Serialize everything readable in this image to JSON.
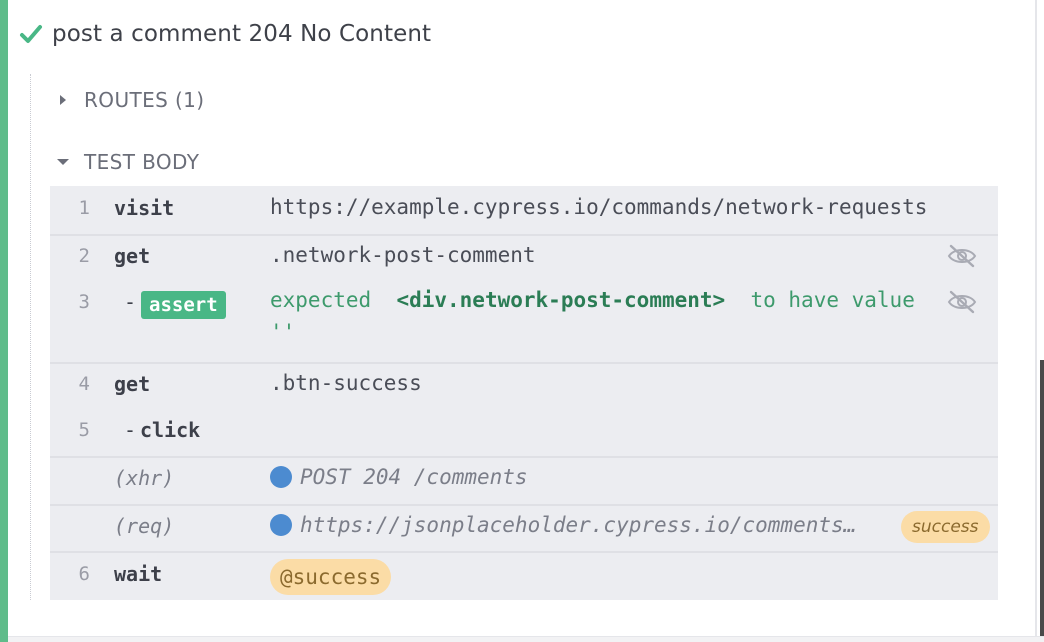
{
  "test": {
    "title": "post a comment 204 No Content",
    "status_icon": "check-icon",
    "accent_color": "#5fbc8a"
  },
  "routes": {
    "label": "ROUTES (1)",
    "expanded": false
  },
  "test_body": {
    "label": "TEST BODY",
    "expanded": true
  },
  "commands": [
    {
      "num": "1",
      "name": "visit",
      "message": "https://example.cypress.io/commands/network-requests"
    },
    {
      "num": "2",
      "name": "get",
      "message": ".network-post-comment"
    },
    {
      "num": "3",
      "dash": "-",
      "name": "assert",
      "message_parts": [
        "expected",
        "<div.network-post-comment>",
        "to have value",
        "''"
      ]
    },
    {
      "num": "4",
      "name": "get",
      "message": ".btn-success"
    },
    {
      "num": "5",
      "dash": "-",
      "name": "click",
      "message": ""
    },
    {
      "num": "",
      "name": "(xhr)",
      "message": "POST 204 /comments"
    },
    {
      "num": "",
      "name": "(req)",
      "message": "https://jsonplaceholder.cypress.io/comments…",
      "alias": "success"
    },
    {
      "num": "6",
      "name": "wait",
      "message": "@success"
    }
  ],
  "colors": {
    "pass_green": "#49b786",
    "xhr_dot": "#4c8bd0",
    "alias_bg": "#fbdca6"
  }
}
